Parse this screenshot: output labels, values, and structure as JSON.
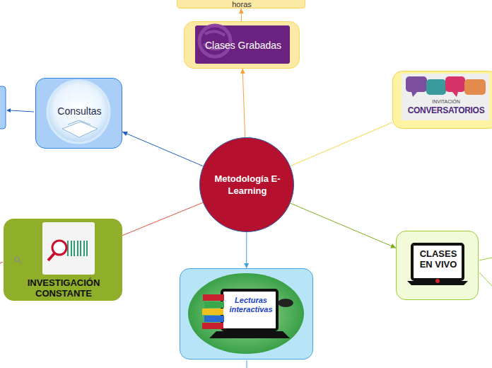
{
  "diagram": {
    "nodes": [
      {
        "text": [
          "horas"
        ]
      },
      {
        "text": [
          "Clases Grabadas"
        ]
      },
      {
        "text": [
          "Consultas"
        ]
      },
      {
        "text": [
          "INVITACIÓN",
          "CONVERSATORIOS"
        ]
      },
      {
        "text": [
          "Metodología E-Learning"
        ]
      },
      {
        "text": [
          "CLASES EN VIVO"
        ]
      },
      {
        "text": [
          "INVESTIGACIÓN CONSTANTE"
        ]
      },
      {
        "text": [
          "Lecturas interactivas"
        ]
      }
    ],
    "edges": [
      {
        "from": 4,
        "to": 1,
        "arrow": "to"
      },
      {
        "from": 1,
        "to": 0,
        "arrow": "to"
      },
      {
        "from": 4,
        "to": 2,
        "arrow": "to"
      },
      {
        "from": 4,
        "to": 3,
        "arrow": "none"
      },
      {
        "from": 4,
        "to": 5,
        "arrow": "to"
      },
      {
        "from": 4,
        "to": 7,
        "arrow": "to"
      },
      {
        "from": 4,
        "to": 6,
        "arrow": "none"
      }
    ]
  }
}
